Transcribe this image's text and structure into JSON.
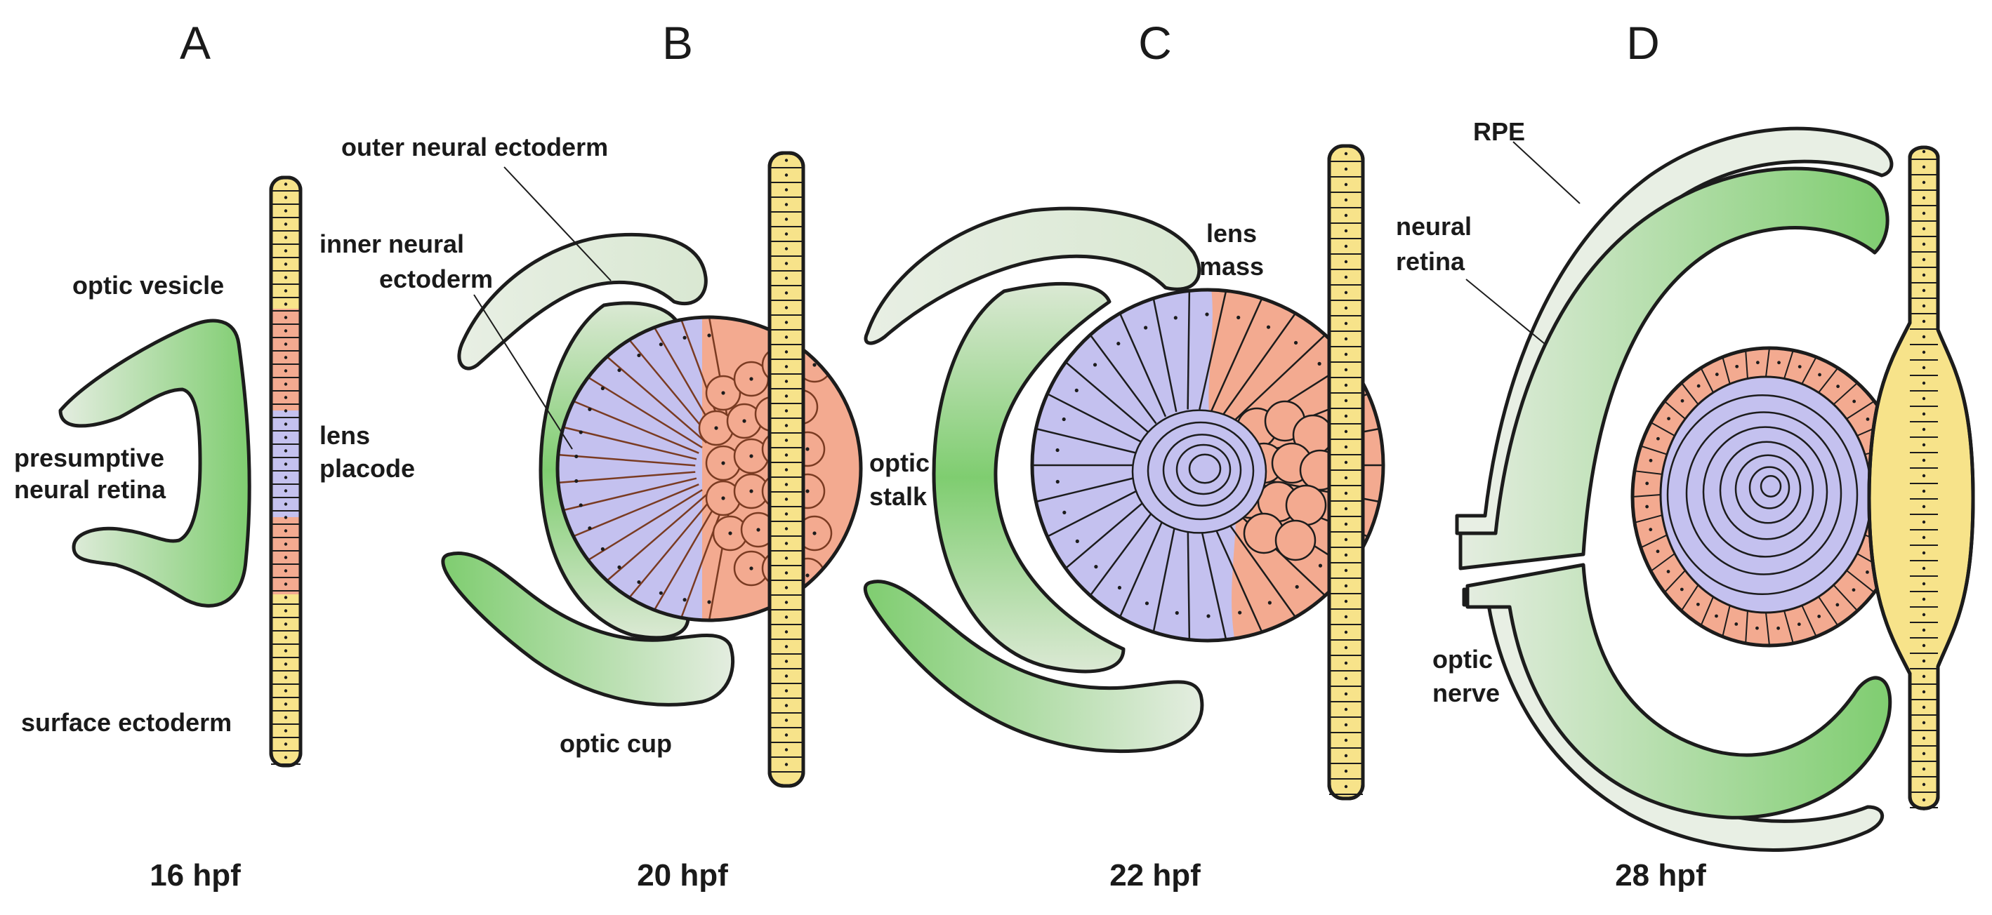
{
  "panels": [
    {
      "letter": "A",
      "time": "16 hpf"
    },
    {
      "letter": "B",
      "time": "20 hpf"
    },
    {
      "letter": "C",
      "time": "22 hpf"
    },
    {
      "letter": "D",
      "time": "28 hpf"
    }
  ],
  "labels": {
    "optic_vesicle": "optic vesicle",
    "presumptive_1": "presumptive",
    "presumptive_2": "neural retina",
    "surface_ectoderm": "surface ectoderm",
    "lens_placode_1": "lens",
    "lens_placode_2": "placode",
    "outer_neural_ectoderm": "outer neural ectoderm",
    "inner_neural_1": "inner neural",
    "inner_neural_2": "ectoderm",
    "optic_cup": "optic cup",
    "lens_mass_1": "lens",
    "lens_mass_2": "mass",
    "optic_stalk_1": "optic",
    "optic_stalk_2": "stalk",
    "rpe": "RPE",
    "neural_retina_1": "neural",
    "neural_retina_2": "retina",
    "optic_nerve_1": "optic",
    "optic_nerve_2": "nerve"
  },
  "colors": {
    "neural_green": "#7fcd70",
    "pale_green": "#e4ede0",
    "lens_lavender": "#c4c1ef",
    "lens_salmon": "#f3aa90",
    "ectoderm_yellow": "#f7e38a",
    "outline": "#1c1c1c"
  }
}
